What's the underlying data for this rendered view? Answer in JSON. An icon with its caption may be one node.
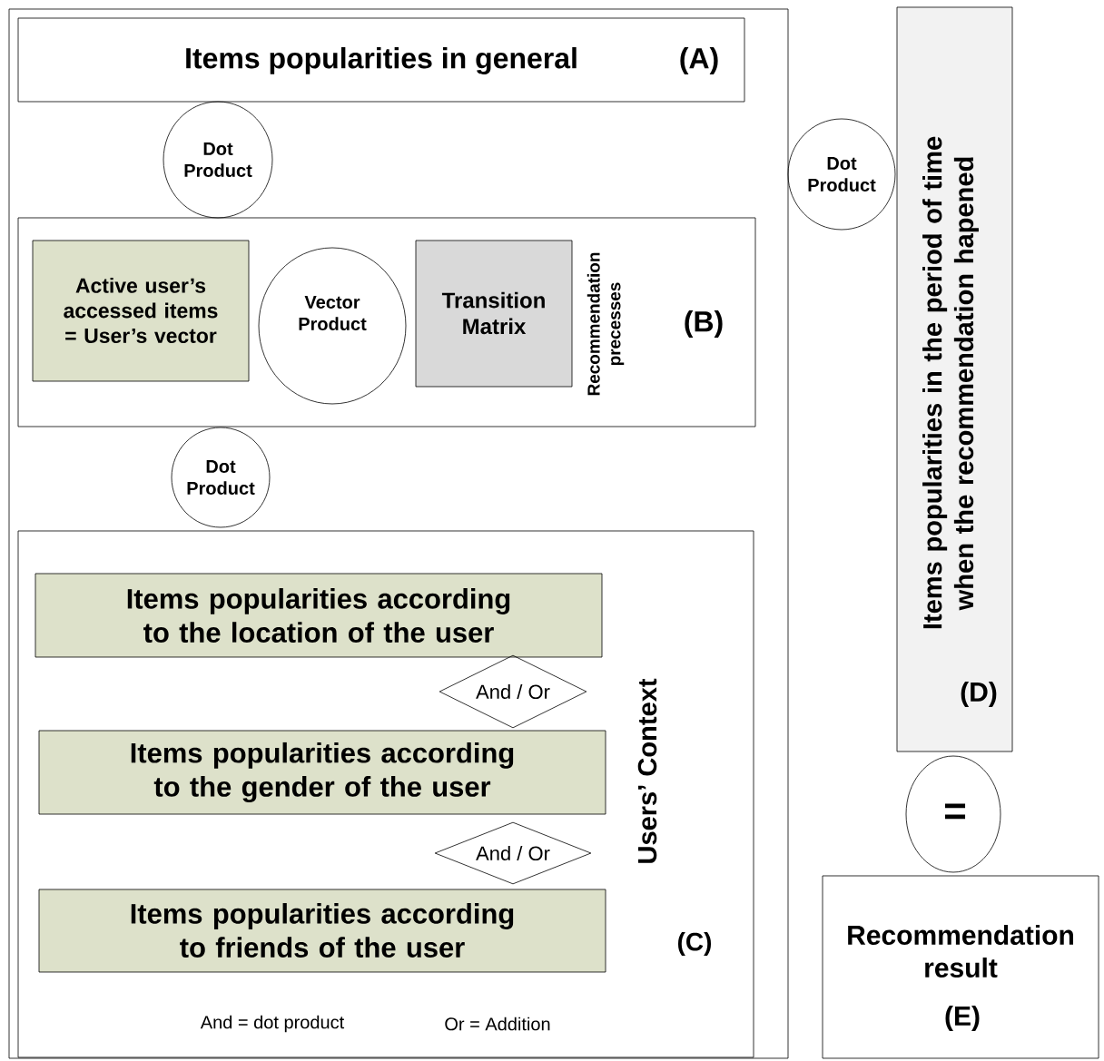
{
  "diagram": {
    "nodes": [
      {
        "text": [],
        "shape": "box"
      },
      {
        "text": [
          "Items popularities in general",
          "(A)"
        ],
        "in": 0
      },
      {
        "text": [
          "Dot Product"
        ],
        "in": 0
      },
      {
        "text": [
          "Recommendation precesses",
          "(B)"
        ],
        "in": 0
      },
      {
        "text": [
          "Active user’s accessed items = User’s vector"
        ],
        "in": 3
      },
      {
        "text": [
          "Vector Product"
        ],
        "in": 3
      },
      {
        "text": [
          "Transition Matrix"
        ],
        "in": 3
      },
      {
        "text": [
          "Dot Product"
        ],
        "in": 0
      },
      {
        "text": [
          "Users’ Context",
          "(C)",
          "And = dot product",
          "Or = Addition"
        ],
        "in": 0
      },
      {
        "text": [
          "Items popularities according to the location of the user"
        ],
        "in": 8
      },
      {
        "text": [
          "And / Or"
        ],
        "in": 8
      },
      {
        "text": [
          "Items popularities according to the gender of the user"
        ],
        "in": 8
      },
      {
        "text": [
          "And / Or"
        ],
        "in": 8
      },
      {
        "text": [
          "Items popularities according to friends of the user"
        ],
        "in": 8
      },
      {
        "text": [
          "Dot Product"
        ]
      },
      {
        "text": [
          "Items popularities in the period of time when the recommendation hapened",
          "(D)"
        ]
      },
      {
        "text": [
          "="
        ]
      },
      {
        "text": [
          "Recommendation result",
          "(E)"
        ]
      }
    ]
  }
}
